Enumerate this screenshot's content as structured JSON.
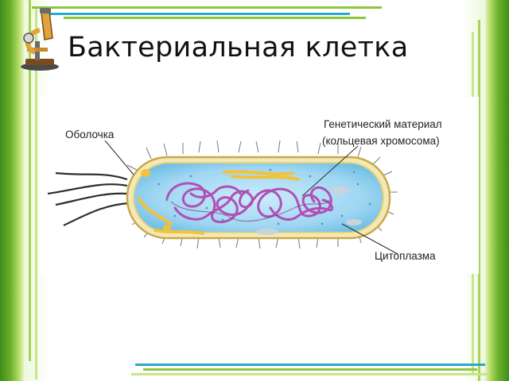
{
  "slide": {
    "title": "Бактериальная клетка"
  },
  "diagram": {
    "labels": {
      "membrane": "Оболочка",
      "genetic_line1": "Генетический материал",
      "genetic_line2": "(кольцевая хромосома)",
      "cytoplasm": "Цитоплазма"
    }
  },
  "colors": {
    "frame_green": "#6db12c",
    "accent_cyan": "#2aa9c9",
    "cytoplasm": "#9fd6f2",
    "chromosome": "#b04fb6",
    "inclusions": "#f2c23a"
  },
  "icons": [
    "microscope-icon"
  ]
}
